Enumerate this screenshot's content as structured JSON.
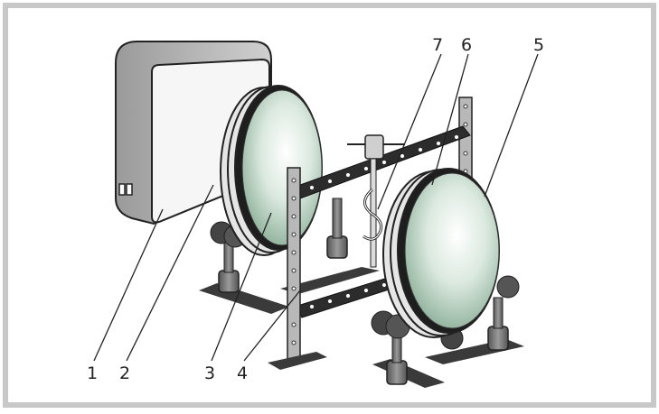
{
  "diagram": {
    "labels": [
      {
        "id": "1",
        "text": "1"
      },
      {
        "id": "2",
        "text": "2"
      },
      {
        "id": "3",
        "text": "3"
      },
      {
        "id": "4",
        "text": "4"
      },
      {
        "id": "5",
        "text": "5"
      },
      {
        "id": "6",
        "text": "6"
      },
      {
        "id": "7",
        "text": "7"
      }
    ]
  },
  "colors": {
    "frame_border": "#c8c8c8",
    "lens_glass": "#cfe3d4",
    "lens_rim": "#2a2a2a",
    "stand_metal": "#6b6b6b",
    "box_fill": "#f4f4f4"
  }
}
